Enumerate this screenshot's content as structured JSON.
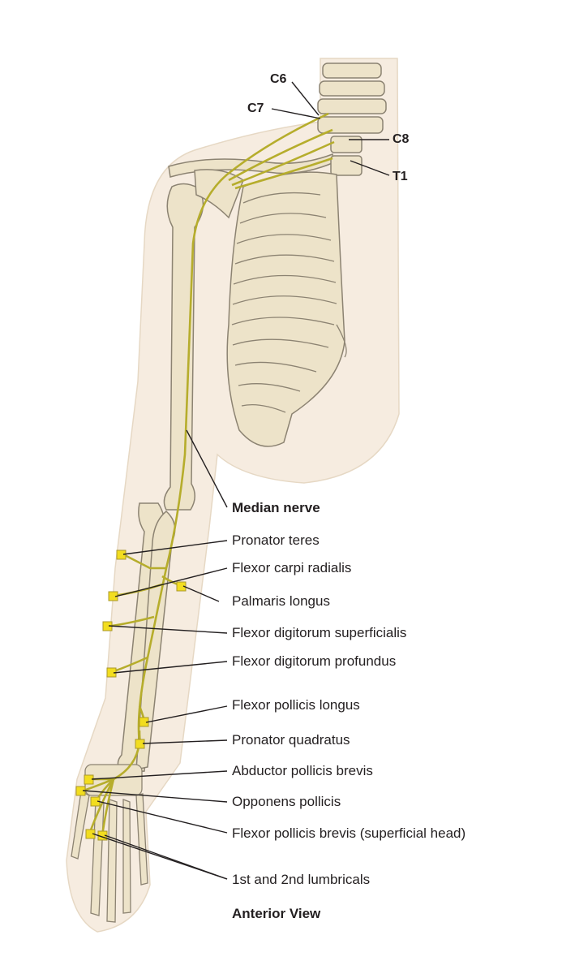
{
  "spinal_roots": [
    "C6",
    "C7",
    "C8",
    "T1"
  ],
  "nerve_label": "Median nerve",
  "muscles": [
    "Pronator teres",
    "Flexor carpi radialis",
    "Palmaris longus",
    "Flexor digitorum superficialis",
    "Flexor digitorum profundus",
    "Flexor pollicis longus",
    "Pronator quadratus",
    "Abductor pollicis brevis",
    "Opponens pollicis",
    "Flexor pollicis brevis (superficial head)",
    "1st and 2nd lumbricals"
  ],
  "view_label": "Anterior View",
  "colors": {
    "skin": "#f6ece0",
    "bone": "#ede3c9",
    "bone_outline": "#8c8372",
    "nerve": "#b6ad2c",
    "marker": "#f2dd1f",
    "leader": "#231f20"
  }
}
